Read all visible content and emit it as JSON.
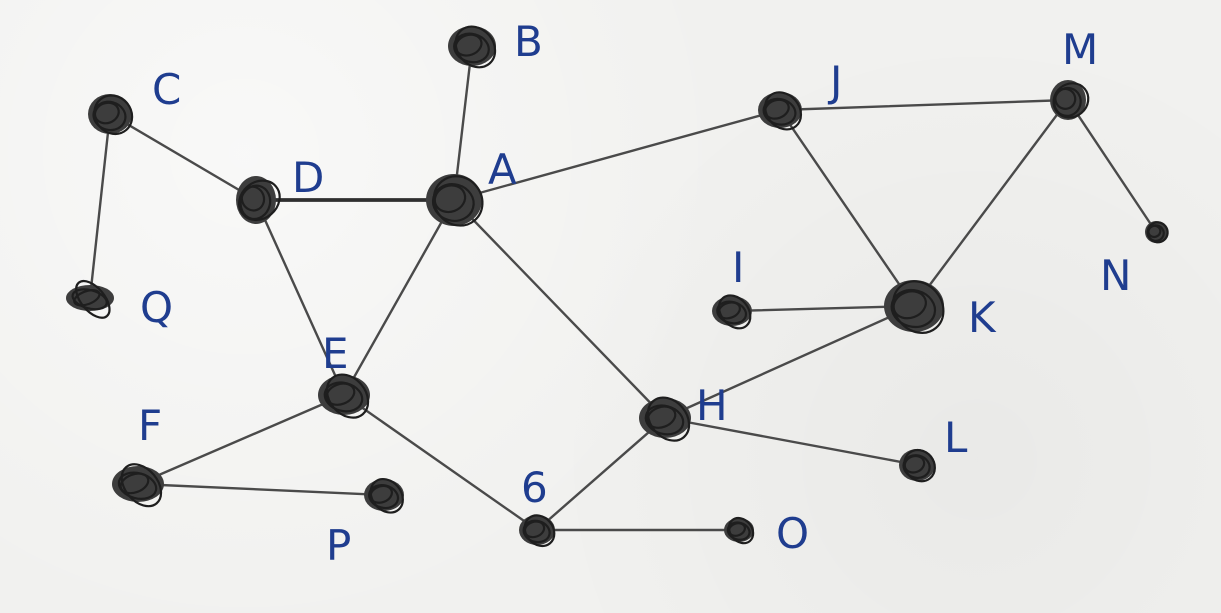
{
  "graph": {
    "label_color": "#1f3d8f",
    "edge_color": "#4a4a4a",
    "node_color": "#3d3d3d",
    "nodes": [
      {
        "id": "A",
        "label": "A"
      },
      {
        "id": "B",
        "label": "B"
      },
      {
        "id": "C",
        "label": "C"
      },
      {
        "id": "D",
        "label": "D"
      },
      {
        "id": "E",
        "label": "E"
      },
      {
        "id": "F",
        "label": "F"
      },
      {
        "id": "G",
        "label": "6"
      },
      {
        "id": "H",
        "label": "H"
      },
      {
        "id": "I",
        "label": "I"
      },
      {
        "id": "J",
        "label": "J"
      },
      {
        "id": "K",
        "label": "K"
      },
      {
        "id": "L",
        "label": "L"
      },
      {
        "id": "M",
        "label": "M"
      },
      {
        "id": "N",
        "label": "N"
      },
      {
        "id": "O",
        "label": "O"
      },
      {
        "id": "P",
        "label": "P"
      },
      {
        "id": "Q",
        "label": "Q"
      }
    ],
    "edges": [
      [
        "A",
        "B"
      ],
      [
        "A",
        "D"
      ],
      [
        "A",
        "E"
      ],
      [
        "A",
        "H"
      ],
      [
        "A",
        "J"
      ],
      [
        "C",
        "D"
      ],
      [
        "C",
        "Q"
      ],
      [
        "D",
        "E"
      ],
      [
        "E",
        "F"
      ],
      [
        "E",
        "G"
      ],
      [
        "F",
        "P"
      ],
      [
        "G",
        "H"
      ],
      [
        "G",
        "O"
      ],
      [
        "H",
        "K"
      ],
      [
        "H",
        "L"
      ],
      [
        "I",
        "K"
      ],
      [
        "J",
        "K"
      ],
      [
        "J",
        "M"
      ],
      [
        "K",
        "M"
      ],
      [
        "M",
        "N"
      ]
    ]
  }
}
